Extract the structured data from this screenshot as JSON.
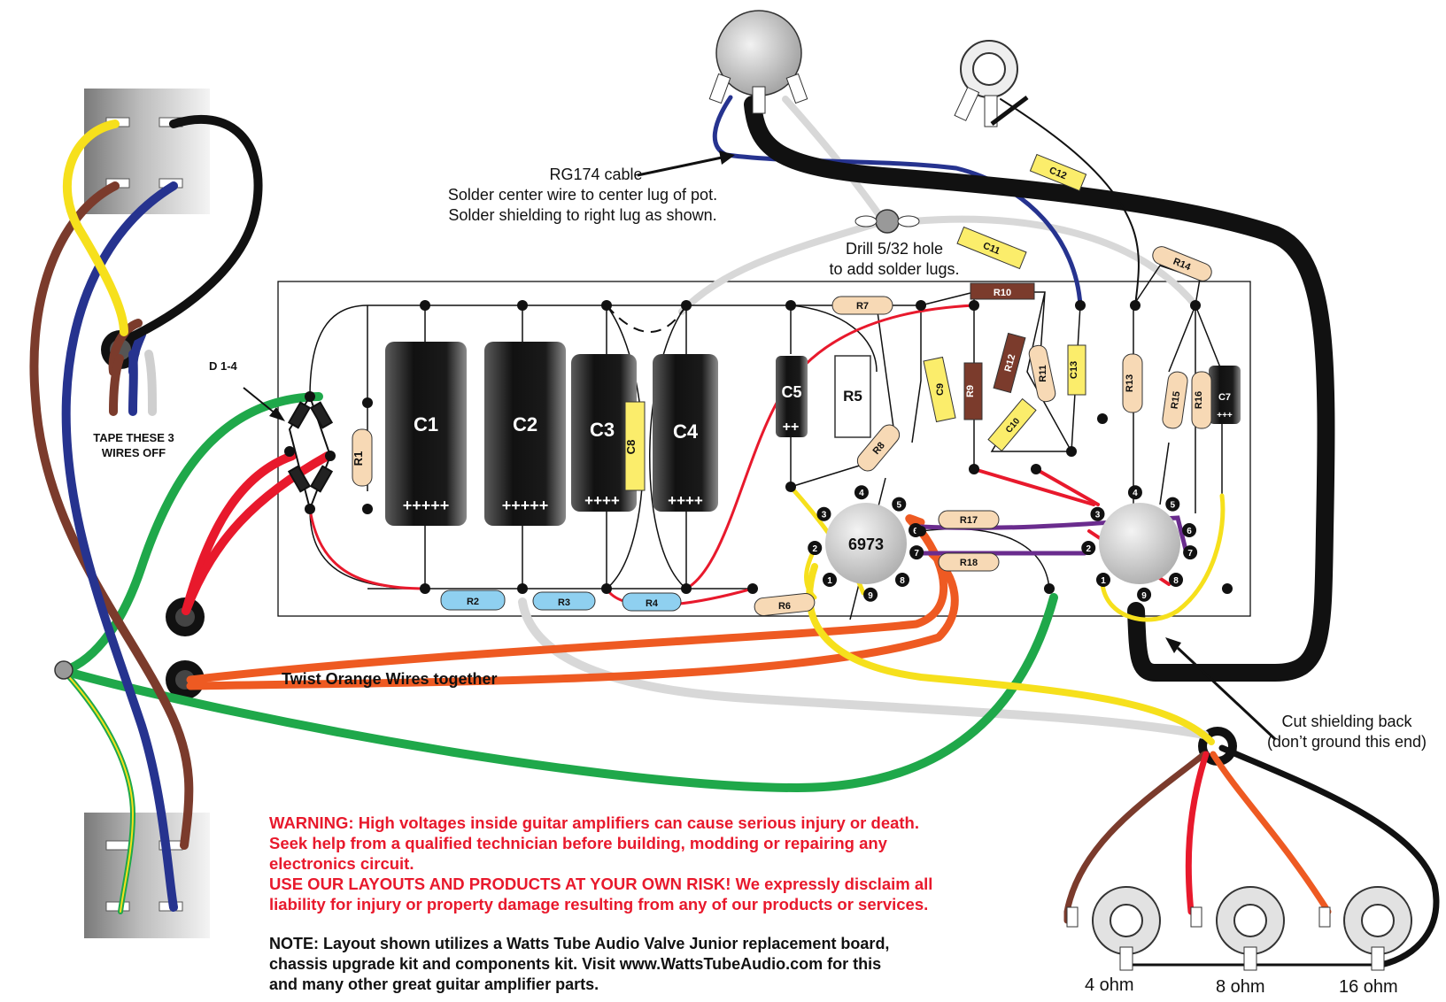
{
  "annotations": {
    "rg174_title": "RG174 cable",
    "rg174_line1": "Solder center wire to center lug of pot.",
    "rg174_line2": "Solder shielding to right lug as shown.",
    "drill_line1": "Drill 5/32 hole",
    "drill_line2": "to add solder lugs.",
    "diodes": "D 1-4",
    "tape_line1": "TAPE THESE 3",
    "tape_line2": "WIRES OFF",
    "twist": "Twist Orange Wires together",
    "cut_line1": "Cut shielding back",
    "cut_line2": "(don’t ground this end)"
  },
  "warning": {
    "line1": "WARNING: High voltages inside guitar amplifiers can cause serious injury or death.",
    "line2": "Seek help from a qualified technician before building, modding or repairing any",
    "line3": "electronics circuit.",
    "line4": "USE OUR LAYOUTS AND PRODUCTS AT YOUR OWN RISK! We expressly disclaim all",
    "line5": "liability for injury or property damage resulting from any of our products or services."
  },
  "note": {
    "line1": "NOTE: Layout shown utilizes a Watts Tube Audio Valve Junior replacement board,",
    "line2": "chassis upgrade kit and components kit. Visit www.WattsTubeAudio.com for this",
    "line3": "and many other great guitar amplifier parts."
  },
  "jacks": [
    "4 ohm",
    "8 ohm",
    "16 ohm"
  ],
  "components": {
    "capacitors": {
      "C1": "C1",
      "C2": "C2",
      "C3": "C3",
      "C4": "C4",
      "C5": "C5",
      "C7": "C7",
      "C8": "C8",
      "C9": "C9",
      "C10": "C10",
      "C11": "C11",
      "C12": "C12",
      "C13": "C13"
    },
    "resistors": {
      "R1": "R1",
      "R2": "R2",
      "R3": "R3",
      "R4": "R4",
      "R5": "R5",
      "R6": "R6",
      "R7": "R7",
      "R8": "R8",
      "R9": "R9",
      "R10": "R10",
      "R11": "R11",
      "R12": "R12",
      "R13": "R13",
      "R14": "R14",
      "R15": "R15",
      "R16": "R16",
      "R17": "R17",
      "R18": "R18"
    },
    "polarity": {
      "big": "+++++",
      "mid": "++++",
      "small": "++",
      "tiny": "+++"
    },
    "tube": "6973",
    "pins": [
      "1",
      "2",
      "3",
      "4",
      "5",
      "6",
      "7",
      "8",
      "9"
    ]
  },
  "colors": {
    "red": "#e8192c",
    "green": "#1fa84a",
    "blue": "#26338f",
    "yellow": "#f6e01c",
    "orange": "#ee5a22",
    "brown": "#7b3b2c",
    "black": "#111111",
    "grey": "#d4d4d4",
    "purple": "#6a2c8e",
    "resistor_tan": "#f7d9b5",
    "resistor_blue": "#8fd0f0",
    "film_cap_yellow": "#fbed6b"
  }
}
